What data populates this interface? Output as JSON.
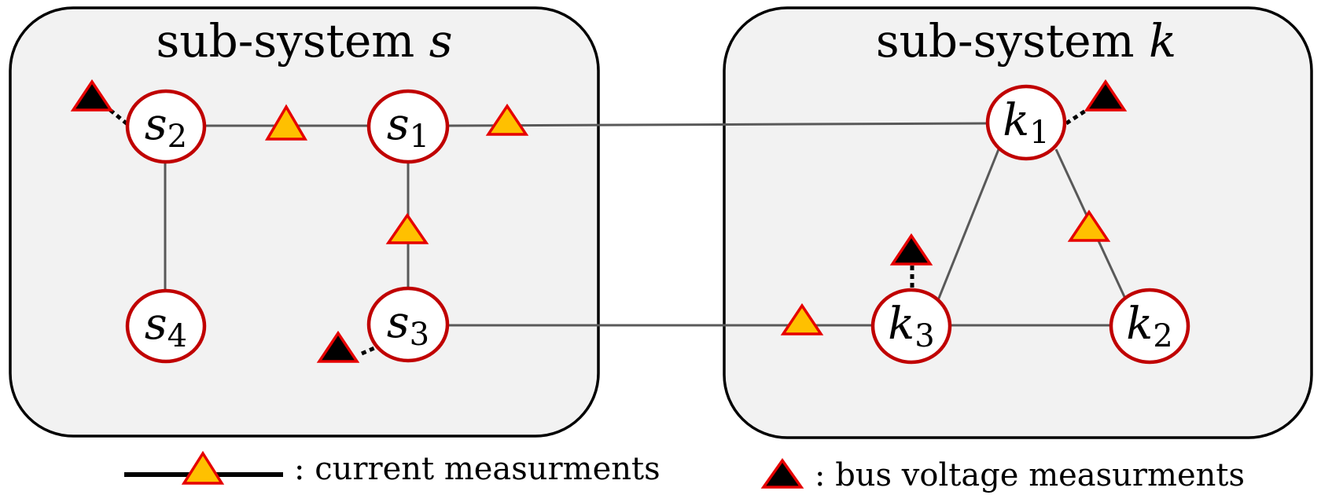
{
  "colors": {
    "panel_fill": "#f2f2f2",
    "panel_stroke": "#000000",
    "node_fill": "#ffffff",
    "node_stroke": "#c00000",
    "line": "#595959",
    "current_marker_fill": "#ffc000",
    "voltage_marker_fill": "#000000",
    "marker_stroke": "#e60000"
  },
  "subsystems": [
    {
      "id": "s",
      "title_prefix": "sub-system ",
      "title_var": "s"
    },
    {
      "id": "k",
      "title_prefix": "sub-system ",
      "title_var": "k"
    }
  ],
  "nodes": [
    {
      "id": "s1",
      "letter": "s",
      "sub": "1"
    },
    {
      "id": "s2",
      "letter": "s",
      "sub": "2"
    },
    {
      "id": "s3",
      "letter": "s",
      "sub": "3"
    },
    {
      "id": "s4",
      "letter": "s",
      "sub": "4"
    },
    {
      "id": "k1",
      "letter": "k",
      "sub": "1"
    },
    {
      "id": "k2",
      "letter": "k",
      "sub": "2"
    },
    {
      "id": "k3",
      "letter": "k",
      "sub": "3"
    }
  ],
  "edges": [
    {
      "from": "s2",
      "to": "s1",
      "current_measurement": true
    },
    {
      "from": "s1",
      "to": "s3",
      "current_measurement": true
    },
    {
      "from": "s2",
      "to": "s4",
      "current_measurement": false
    },
    {
      "from": "s1",
      "to": "k1",
      "current_measurement": true
    },
    {
      "from": "s3",
      "to": "k3",
      "current_measurement": true
    },
    {
      "from": "k1",
      "to": "k2",
      "current_measurement": true
    },
    {
      "from": "k1",
      "to": "k3",
      "current_measurement": false
    },
    {
      "from": "k3",
      "to": "k2",
      "current_measurement": false
    }
  ],
  "voltage_measurements": [
    "s2",
    "s3",
    "k1",
    "k3"
  ],
  "legend": {
    "current": ": current measurments",
    "voltage": ": bus voltage measurments"
  }
}
